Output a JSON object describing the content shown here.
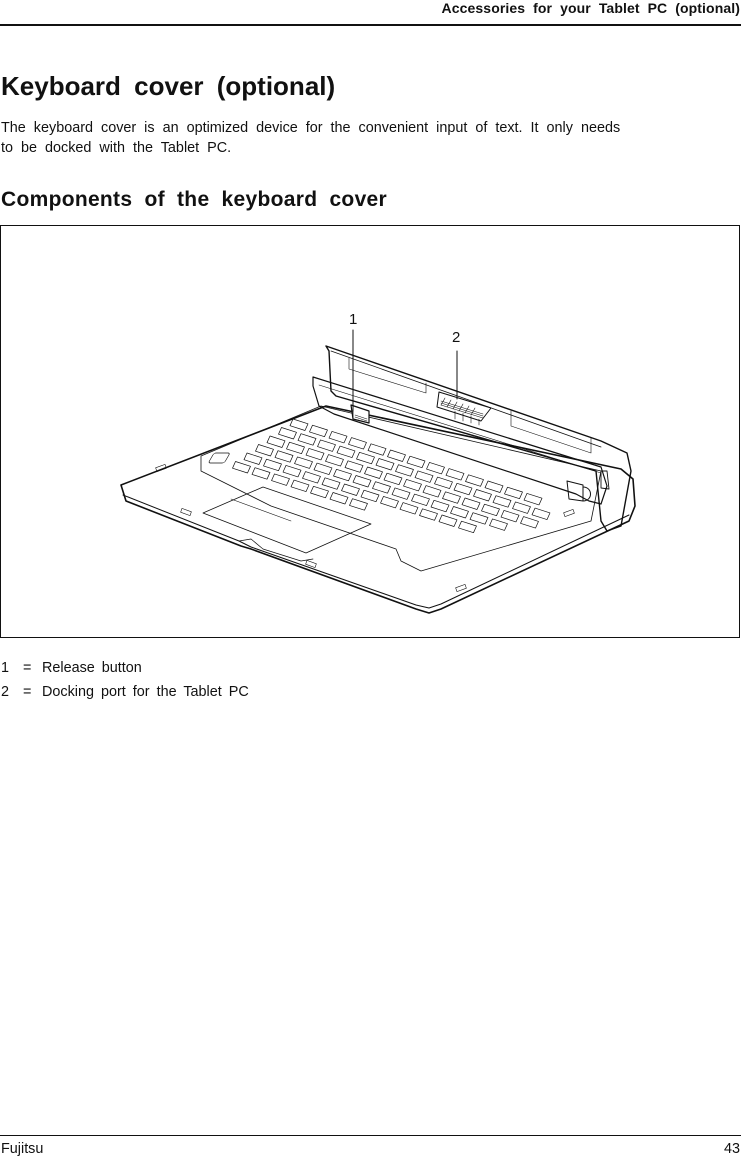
{
  "header": {
    "running_title": "Accessories for your Tablet PC (optional)"
  },
  "section": {
    "title": "Keyboard cover (optional)",
    "intro": "The keyboard cover is an optimized device for the convenient input of text. It only needs to be docked with the Tablet PC."
  },
  "subsection": {
    "title": "Components of the keyboard cover"
  },
  "figure": {
    "description": "Line drawing of the keyboard cover with docking hinge",
    "callouts": [
      {
        "number": "1",
        "label": "Release button"
      },
      {
        "number": "2",
        "label": "Docking port for the Tablet PC"
      }
    ]
  },
  "legend": [
    {
      "number": "1",
      "eq": "=",
      "label": "Release button"
    },
    {
      "number": "2",
      "eq": "=",
      "label": "Docking port for the Tablet PC"
    }
  ],
  "footer": {
    "brand": "Fujitsu",
    "page_number": "43"
  }
}
